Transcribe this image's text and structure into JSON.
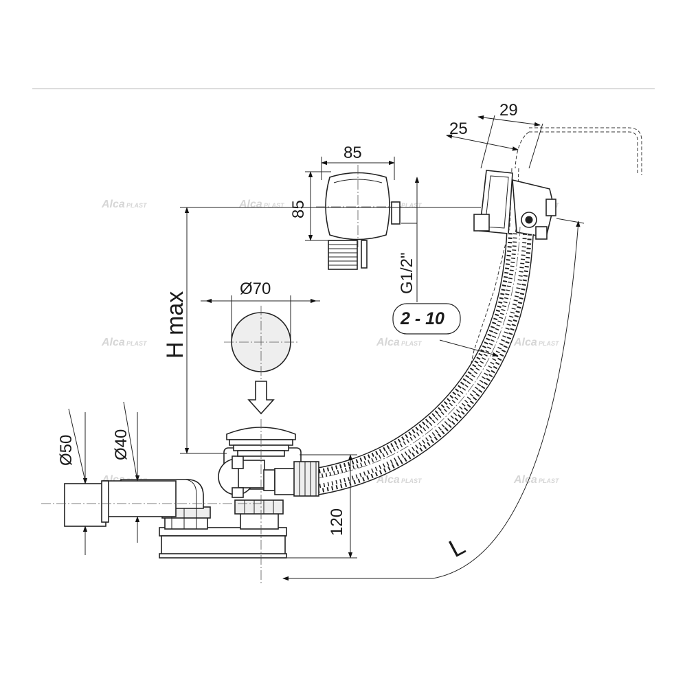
{
  "dimensions": {
    "d29": "29",
    "d25": "25",
    "d85w": "85",
    "d85h": "85",
    "thread": "G1/2\"",
    "range": "2 - 10",
    "diam70": "Ø70",
    "hmax": "H max",
    "diam50": "Ø50",
    "diam40": "Ø40",
    "d120": "120",
    "length": "L"
  },
  "watermark": {
    "brand": "Alca",
    "suffix": "PLAST"
  },
  "colors": {
    "line": "#222222",
    "rule": "#dddddd",
    "watermark": "#d6d6d6"
  }
}
